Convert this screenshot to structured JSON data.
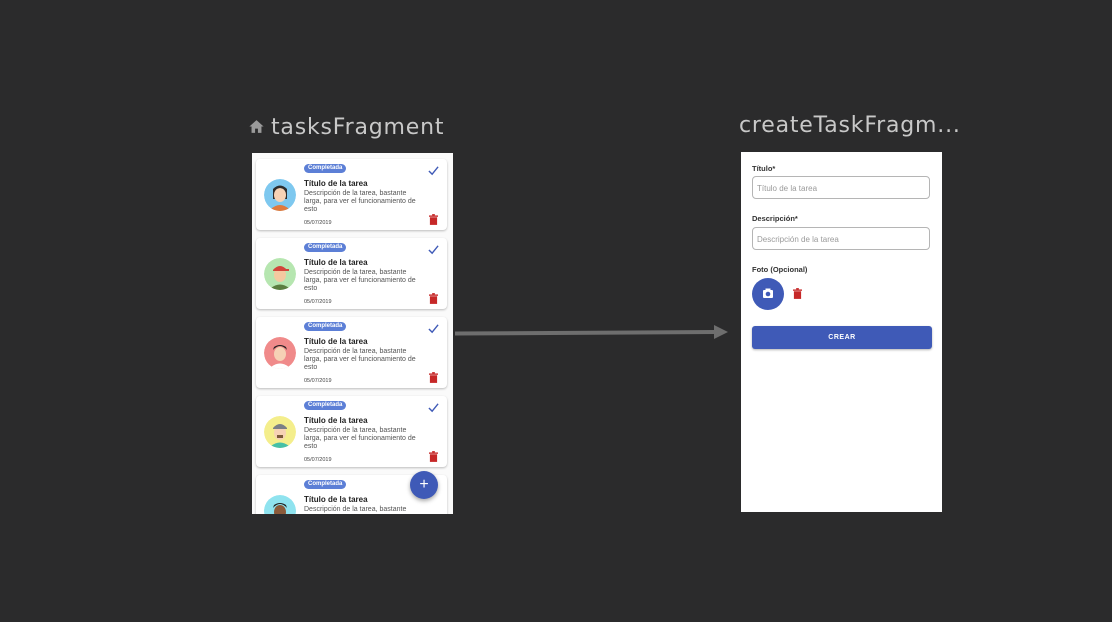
{
  "fragments": {
    "tasks": {
      "title": "tasksFragment"
    },
    "create": {
      "title": "createTaskFragm..."
    }
  },
  "task_list": {
    "cards": [
      {
        "badge": "Completada",
        "title": "Título de la tarea",
        "description": "Descripción de la tarea, bastante larga, para ver el funcionamiento de esto",
        "date": "05/07/2019",
        "avatar": "avatar-woman-dark-hair",
        "checked": true
      },
      {
        "badge": "Completada",
        "title": "Título de la tarea",
        "description": "Descripción de la tarea, bastante larga, para ver el funcionamiento de esto",
        "date": "05/07/2019",
        "avatar": "avatar-man-red-cap",
        "checked": true
      },
      {
        "badge": "Completada",
        "title": "Título de la tarea",
        "description": "Descripción de la tarea, bastante larga, para ver el funcionamiento de esto",
        "date": "05/07/2019",
        "avatar": "avatar-man-black-hair",
        "checked": true
      },
      {
        "badge": "Completada",
        "title": "Título de la tarea",
        "description": "Descripción de la tarea, bastante larga, para ver el funcionamiento de esto",
        "date": "05/07/2019",
        "avatar": "avatar-man-grey-cap",
        "checked": true
      },
      {
        "badge": "Completada",
        "title": "Título de la tarea",
        "description": "Descripción de la tarea, bastante",
        "date": "",
        "avatar": "avatar-man-dark-skin",
        "checked": false
      }
    ],
    "fab_label": "+"
  },
  "create_form": {
    "title_label": "Título*",
    "title_placeholder": "Título de la tarea",
    "description_label": "Descripción*",
    "description_placeholder": "Descripción de la tarea",
    "photo_label": "Foto (Opcional)",
    "submit_label": "CREAR"
  },
  "colors": {
    "background": "#2b2b2c",
    "primary": "#3f5ab7",
    "badge": "#5c7fd6",
    "delete": "#c62828"
  }
}
